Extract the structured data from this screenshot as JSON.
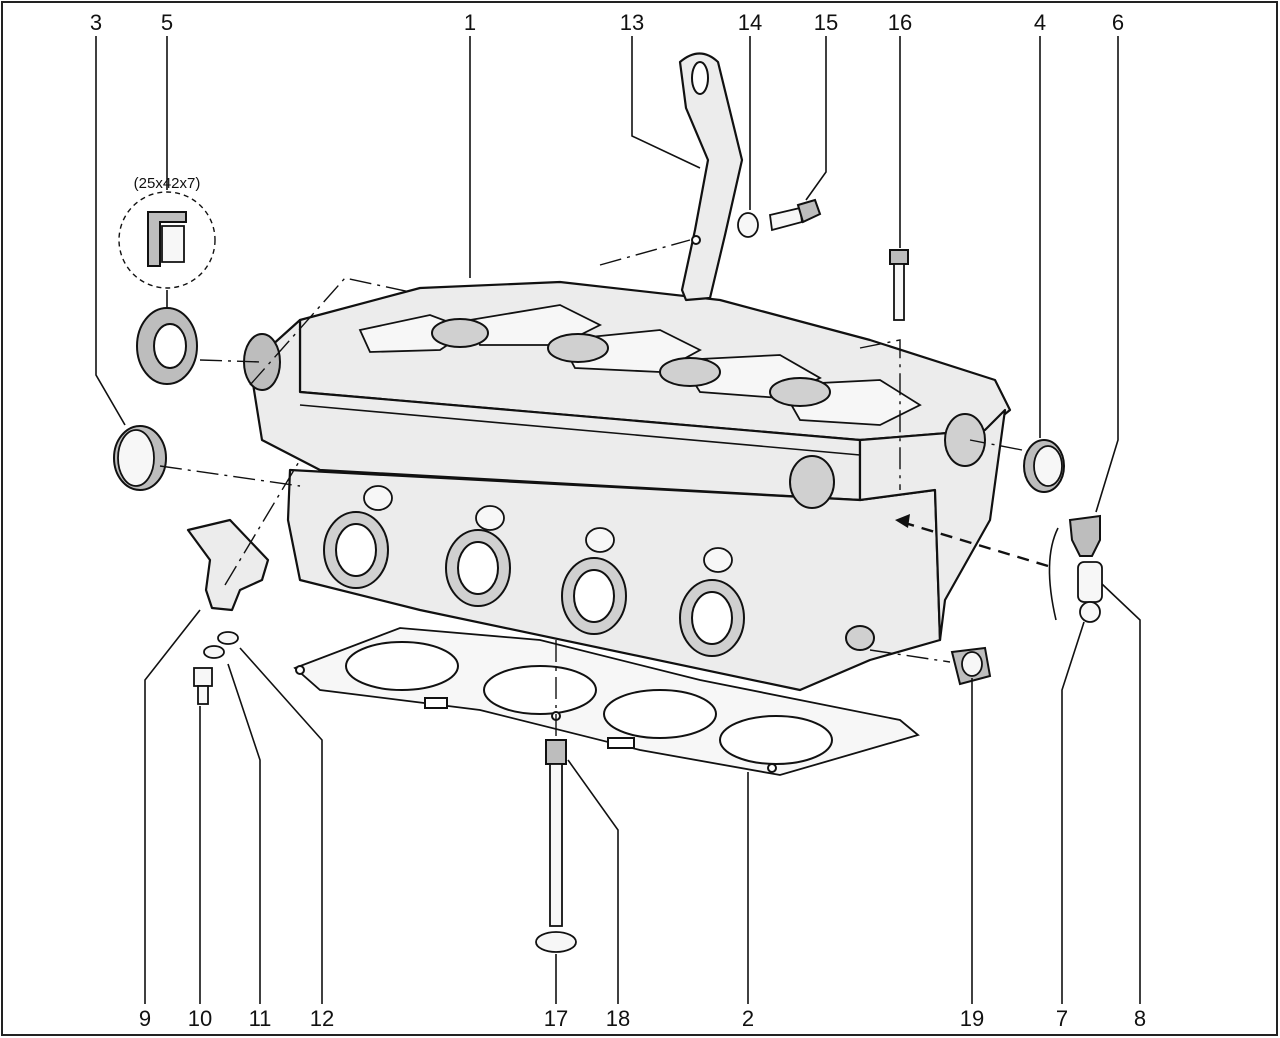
{
  "diagram": {
    "part_numbers": [
      "1",
      "2",
      "3",
      "4",
      "5",
      "6",
      "7",
      "8",
      "9",
      "10",
      "11",
      "12",
      "13",
      "14",
      "15",
      "16",
      "17",
      "18",
      "19"
    ],
    "seal_size_note": "(25x42x7)"
  }
}
